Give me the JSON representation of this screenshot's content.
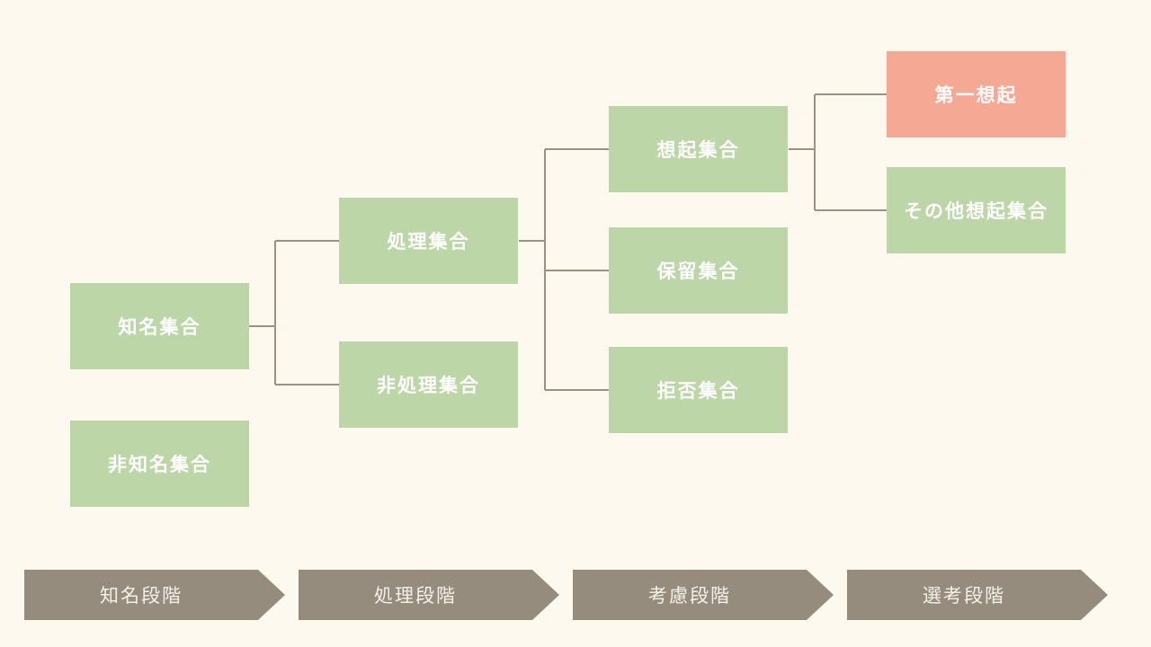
{
  "diagram_title": "brand-awareness-evoked-set-tree",
  "palette": {
    "background": "#fdf9ee",
    "node_green": "#bcd6a8",
    "node_salmon": "#f5a893",
    "arrow_taupe": "#968c7e",
    "line": "#9c9282",
    "node_text": "#ffffff",
    "arrow_text": "#f3f0e7"
  },
  "nodes": {
    "known": {
      "label": "知名集合",
      "color": "#bcd6a8"
    },
    "unknown": {
      "label": "非知名集合",
      "color": "#bcd6a8"
    },
    "processed": {
      "label": "処理集合",
      "color": "#bcd6a8"
    },
    "unprocessed": {
      "label": "非処理集合",
      "color": "#bcd6a8"
    },
    "evoked": {
      "label": "想起集合",
      "color": "#bcd6a8"
    },
    "hold": {
      "label": "保留集合",
      "color": "#bcd6a8"
    },
    "reject": {
      "label": "拒否集合",
      "color": "#bcd6a8"
    },
    "first_recall": {
      "label": "第一想起",
      "color": "#f5a893"
    },
    "other_recall": {
      "label": "その他想起集合",
      "color": "#bcd6a8"
    }
  },
  "edges": [
    [
      "known",
      "processed"
    ],
    [
      "known",
      "unprocessed"
    ],
    [
      "processed",
      "evoked"
    ],
    [
      "processed",
      "hold"
    ],
    [
      "processed",
      "reject"
    ],
    [
      "evoked",
      "first_recall"
    ],
    [
      "evoked",
      "other_recall"
    ]
  ],
  "stages": {
    "awareness": {
      "label": "知名段階"
    },
    "processing": {
      "label": "処理段階"
    },
    "consideration": {
      "label": "考慮段階"
    },
    "selection": {
      "label": "選考段階"
    }
  }
}
